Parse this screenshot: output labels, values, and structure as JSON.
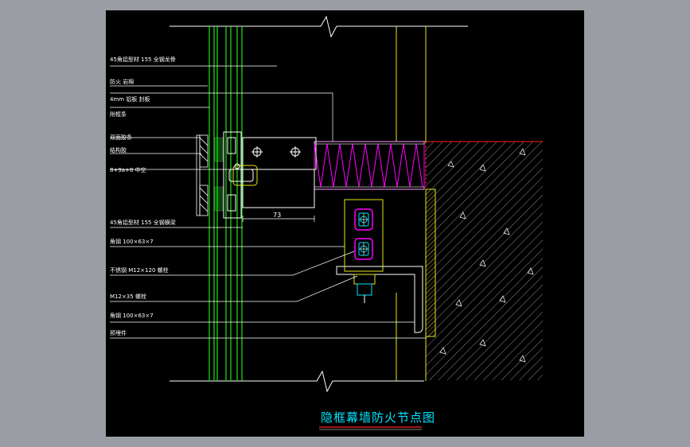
{
  "labels": {
    "l1": "45角铝型材 155 全钢龙骨",
    "l2": "防火 岩棉",
    "l3": "4mm 铝板 封板",
    "l4": "附框条",
    "l5": "双面胶条",
    "l6": "结构胶",
    "l7": "8+9a+8 中空",
    "l8": "45角铝型材 155 全钢横梁",
    "l9": "角钢 100×63×7",
    "l10": "不锈钢 M12×120 螺栓",
    "l11": "M12×35 螺栓",
    "l12": "角钢 100×63×7",
    "l13": "预埋件"
  },
  "dimension": "73",
  "title": "隐框幕墙防火节点图",
  "colors": {
    "background": "#000000",
    "frame": "#9a9da4",
    "green": "#19e619",
    "yellow": "#e6e61a",
    "white": "#ffffff",
    "magenta": "#ff00ff",
    "red": "#ff2020",
    "cyan": "#00e5ff"
  }
}
